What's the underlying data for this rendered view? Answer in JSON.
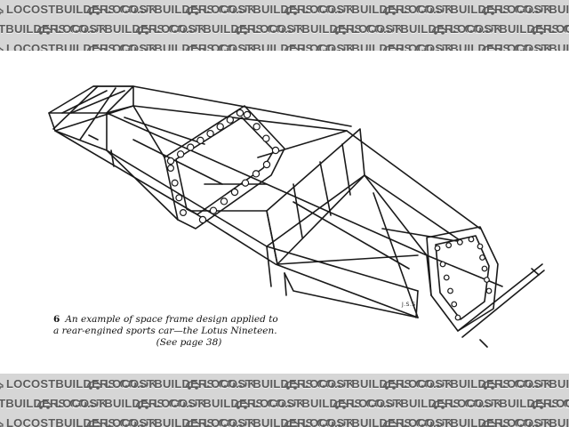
{
  "watermark": {
    "text": "LOCOSTBUILDERS.CO.UK",
    "band_color": "#d6d6d6",
    "text_color": "#5a5a5a",
    "icon": "car-logo-icon"
  },
  "caption": {
    "figure_number": "6",
    "line1": "An example of space frame design applied to",
    "line2": "a rear-engined sports car—the Lotus Nineteen.",
    "line3": "(See page 38)"
  },
  "artist_signature": "J.S.S."
}
